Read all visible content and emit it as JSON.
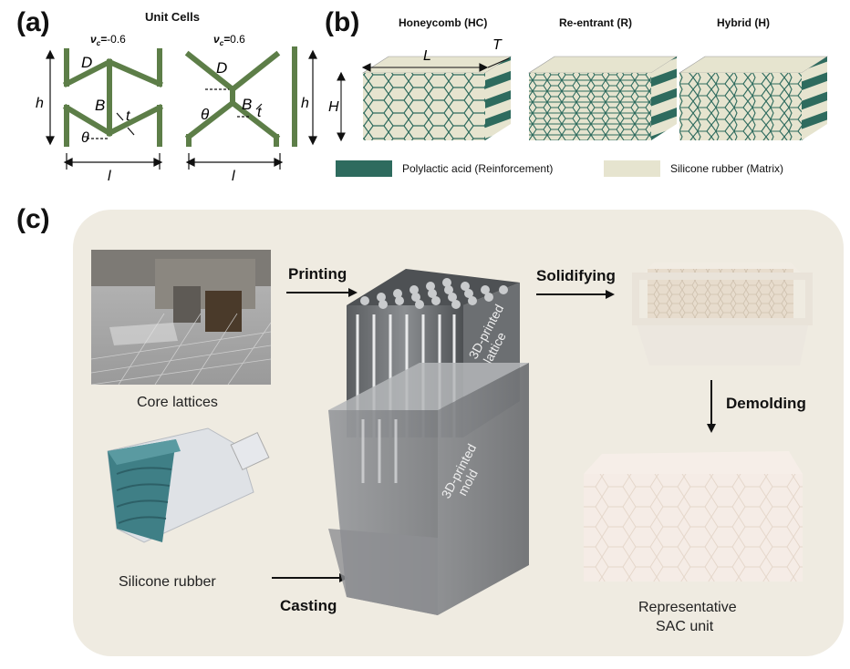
{
  "panel_a": {
    "label": "(a)",
    "title": "Unit Cells",
    "left_cell": {
      "nu": "-0.6",
      "D": "D",
      "B": "B",
      "t": "t",
      "theta": "θ",
      "h": "h",
      "l": "l"
    },
    "right_cell": {
      "nu": "0.6",
      "D": "D",
      "B": "B",
      "t": "t",
      "theta": "θ",
      "h": "h",
      "l": "l"
    }
  },
  "panel_b": {
    "label": "(b)",
    "blocks": [
      {
        "title": "Honeycomb (HC)"
      },
      {
        "title": "Re-entrant (R)"
      },
      {
        "title": "Hybrid (H)"
      }
    ],
    "dims": {
      "L": "L",
      "T": "T",
      "H": "H"
    },
    "legend": [
      {
        "label": "Polylactic acid (Reinforcement)",
        "color": "#2e6b5e"
      },
      {
        "label": "Silicone rubber (Matrix)",
        "color": "#e6e4cf"
      }
    ]
  },
  "panel_c": {
    "label": "(c)",
    "steps": {
      "printing": "Printing",
      "solidifying": "Solidifying",
      "demolding": "Demolding",
      "casting": "Casting"
    },
    "captions": {
      "core": "Core lattices",
      "silicone": "Silicone rubber",
      "sac_line1": "Representative",
      "sac_line2": "SAC unit"
    },
    "lattice_text_1": "3D-printed",
    "lattice_text_2": "lattice",
    "mold_text_1": "3D-printed",
    "mold_text_2": "mold"
  },
  "colors": {
    "strut": "#5d7e48",
    "pla": "#2e6b5e",
    "matrix": "#e6e4cf",
    "panel_bg": "#efebe1"
  }
}
